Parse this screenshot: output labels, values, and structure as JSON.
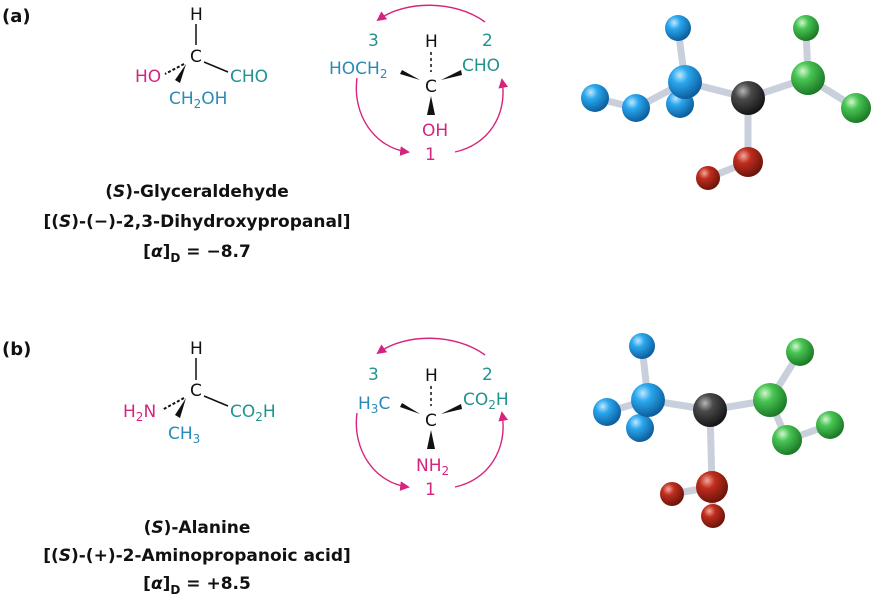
{
  "colors": {
    "magenta": "#d6247e",
    "teal": "#22938f",
    "blue_label": "#2a8bb8",
    "black": "#111111",
    "atom_blue": "#1e9be0",
    "atom_green": "#3fba4a",
    "atom_red": "#b52a1c",
    "atom_dark": "#3a3a3a",
    "bond": "#c9d0dc"
  },
  "panel_a": {
    "label": "(a)",
    "flat": {
      "top": "H",
      "center": "C",
      "left": "HO",
      "right": "CHO",
      "bottom_main": "CH",
      "bottom_sub": "2",
      "bottom_tail": "OH"
    },
    "priority": {
      "top": "H",
      "center": "C",
      "left_main": "HOCH",
      "left_sub": "2",
      "right": "CHO",
      "bottom": "OH",
      "rank_1": "1",
      "rank_2": "2",
      "rank_3": "3"
    },
    "caption": {
      "line1_pre": "(",
      "line1_italic": "S",
      "line1_post": ")-Glyceraldehyde",
      "line2_pre": "[(",
      "line2_italic": "S",
      "line2_post": ")-(−)-2,3-Dihydroxypropanal]",
      "rotation_pre": "[",
      "rotation_alpha": "α",
      "rotation_bracket": "]",
      "rotation_sub": "D",
      "rotation_value": " = −8.7"
    }
  },
  "panel_b": {
    "label": "(b)",
    "flat": {
      "top": "H",
      "center": "C",
      "left_main": "H",
      "left_sub": "2",
      "left_tail": "N",
      "right_main": "CO",
      "right_sub": "2",
      "right_tail": "H",
      "bottom_main": "CH",
      "bottom_sub": "3"
    },
    "priority": {
      "top": "H",
      "center": "C",
      "left_main": "H",
      "left_sub": "3",
      "left_tail": "C",
      "right_main": "CO",
      "right_sub": "2",
      "right_tail": "H",
      "bottom_main": "NH",
      "bottom_sub": "2",
      "rank_1": "1",
      "rank_2": "2",
      "rank_3": "3"
    },
    "caption": {
      "line1_pre": "(",
      "line1_italic": "S",
      "line1_post": ")-Alanine",
      "line2_pre": "[(",
      "line2_italic": "S",
      "line2_post": ")-(+)-2-Aminopropanoic acid]",
      "rotation_pre": "[",
      "rotation_alpha": "α",
      "rotation_bracket": "]",
      "rotation_sub": "D",
      "rotation_value": " = +8.5"
    }
  }
}
